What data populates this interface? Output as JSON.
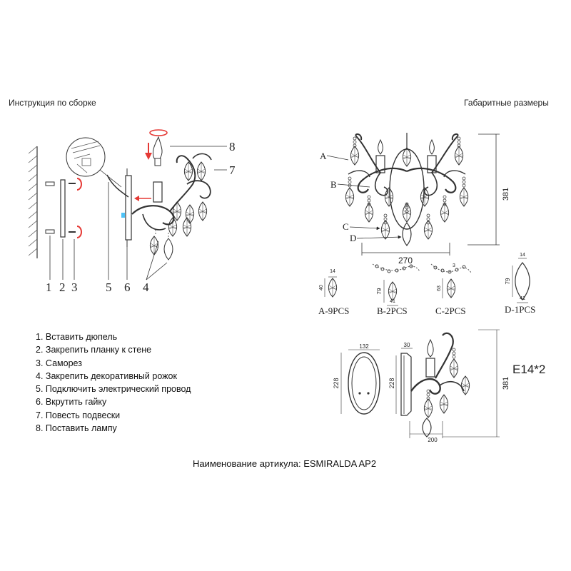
{
  "headings": {
    "left": "Инструкция по сборке",
    "right": "Габаритные размеры"
  },
  "steps": [
    "1. Вставить дюпель",
    "2. Закрепить планку к стене",
    "3. Саморез",
    "4. Закрепить декоративный рожок",
    "5. Подключить электрический провод",
    "6. Вкрутить гайку",
    "7. Повесть подвески",
    "8. Поставить лампу"
  ],
  "article": "Наименование артикула: ESMIRALDA AP2",
  "lamp_spec": "E14*2",
  "assembly_callouts": [
    "1",
    "2",
    "3",
    "5",
    "6",
    "4",
    "8",
    "7"
  ],
  "front_view": {
    "part_labels": [
      "A",
      "B",
      "C",
      "D"
    ],
    "width": "270",
    "height": "381"
  },
  "crystals": [
    {
      "label": "A-9PCS",
      "dim_top": "14",
      "dim_side": "40"
    },
    {
      "label": "B-2PCS",
      "dim_top": "79",
      "dim_side": "41"
    },
    {
      "label": "C-2PCS",
      "dim_top": "3",
      "dim_side": "63"
    },
    {
      "label": "D-1PCS",
      "dim_top": "14",
      "dim_side": "79",
      "dim_bottom": "41"
    }
  ],
  "side_view": {
    "plate_width": "132",
    "plate_height": "228",
    "depth": "30",
    "arm_height": "228",
    "projection": "200",
    "height": "381"
  },
  "colors": {
    "ink": "#222222",
    "accent": "#e53935",
    "connector": "#4fc3f7"
  }
}
